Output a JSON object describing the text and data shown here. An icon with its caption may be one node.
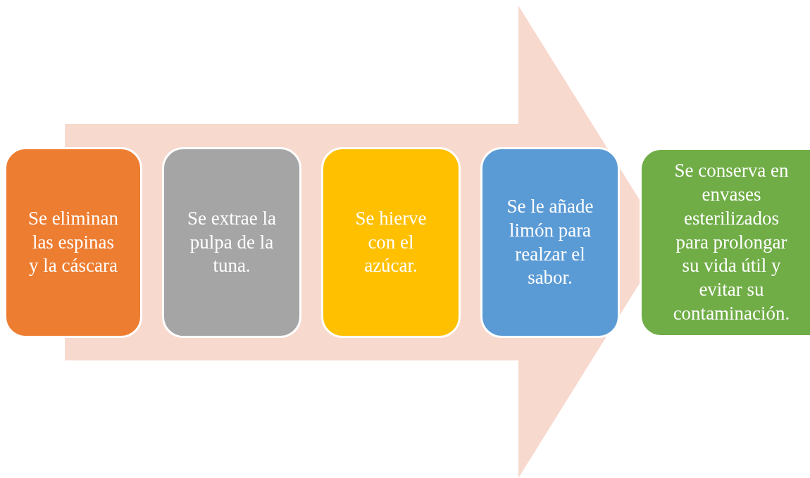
{
  "diagram": {
    "nodes": [
      {
        "text": [
          "Se eliminan las espinas y la cáscara"
        ]
      },
      {
        "text": [
          "Se extrae la pulpa de la tuna."
        ]
      },
      {
        "text": [
          "Se hierve con el azúcar."
        ]
      },
      {
        "text": [
          "Se le añade limón para realzar el sabor."
        ]
      },
      {
        "text": [
          "Se conserva en envases esterilizados para prolongar su vida útil y evitar su contaminación."
        ]
      }
    ],
    "edges": [
      {
        "from": 0,
        "to": 4,
        "arrow": "to"
      }
    ]
  }
}
